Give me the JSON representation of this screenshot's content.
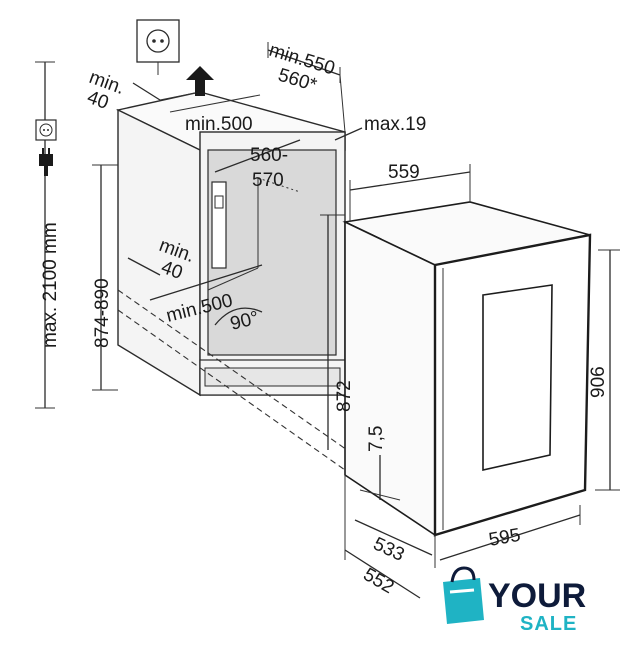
{
  "dimensions": {
    "min_550": "min.550",
    "d_560_star": "560*",
    "min_label_top": "min.",
    "d_40_top": "40",
    "min_500_top": "min.500",
    "max_19": "max.19",
    "d_560_dash": "560-",
    "d_570": "570",
    "d_559": "559",
    "max_2100": "max. 2100 mm",
    "d_874_890": "874-890",
    "min_label_mid": "min.",
    "d_40_mid": "40",
    "min_500_bottom": "min.500",
    "d_90_deg": "90°",
    "d_872": "872",
    "d_7_5": "7,5",
    "d_906": "906",
    "d_533": "533",
    "d_552": "552",
    "d_595": "595"
  },
  "logo": {
    "line1": "YOUR",
    "line2": "SALE",
    "bag_color": "#1fb3c4",
    "text_color": "#0e1b3a"
  },
  "icons": [
    "power-socket-icon",
    "power-plug-icon",
    "vent-direction-arrow-icon",
    "shopping-bag-logo-icon"
  ]
}
